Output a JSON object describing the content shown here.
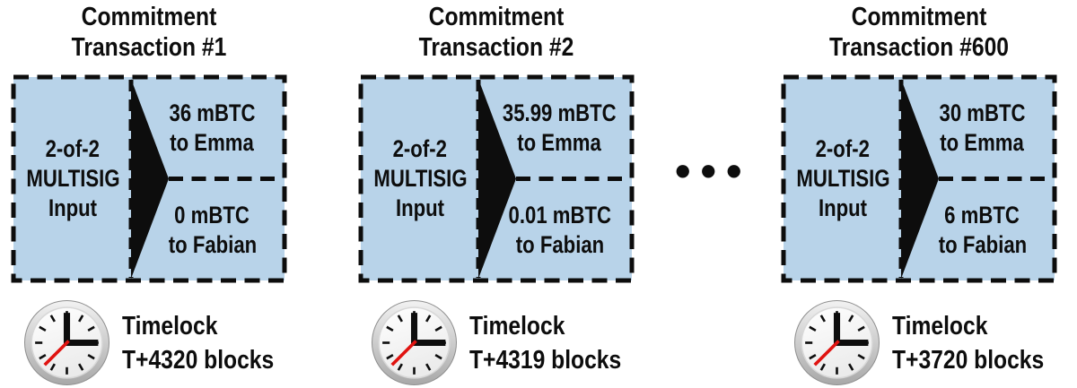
{
  "figure": {
    "page_bg": "#ffffff",
    "box_fill": "#b8d3e9",
    "ink": "#0d0d0d",
    "second_hand": "#e01310"
  },
  "ellipsis": "•••",
  "panels": [
    {
      "title_line1": "Commitment",
      "title_line2": "Transaction #1",
      "input_line1": "2-of-2",
      "input_line2": "MULTISIG",
      "input_line3": "Input",
      "output_top_line1": "36 mBTC",
      "output_top_line2": "to Emma",
      "output_bottom_line1": "0 mBTC",
      "output_bottom_line2": "to Fabian",
      "timelock_label": "Timelock",
      "timelock_value": "T+4320 blocks"
    },
    {
      "title_line1": "Commitment",
      "title_line2": "Transaction #2",
      "input_line1": "2-of-2",
      "input_line2": "MULTISIG",
      "input_line3": "Input",
      "output_top_line1": "35.99 mBTC",
      "output_top_line2": "to Emma",
      "output_bottom_line1": "0.01 mBTC",
      "output_bottom_line2": "to Fabian",
      "timelock_label": "Timelock",
      "timelock_value": "T+4319 blocks"
    },
    {
      "title_line1": "Commitment",
      "title_line2": "Transaction #600",
      "input_line1": "2-of-2",
      "input_line2": "MULTISIG",
      "input_line3": "Input",
      "output_top_line1": "30 mBTC",
      "output_top_line2": "to Emma",
      "output_bottom_line1": "6 mBTC",
      "output_bottom_line2": "to Fabian",
      "timelock_label": "Timelock",
      "timelock_value": "T+3720 blocks"
    }
  ]
}
